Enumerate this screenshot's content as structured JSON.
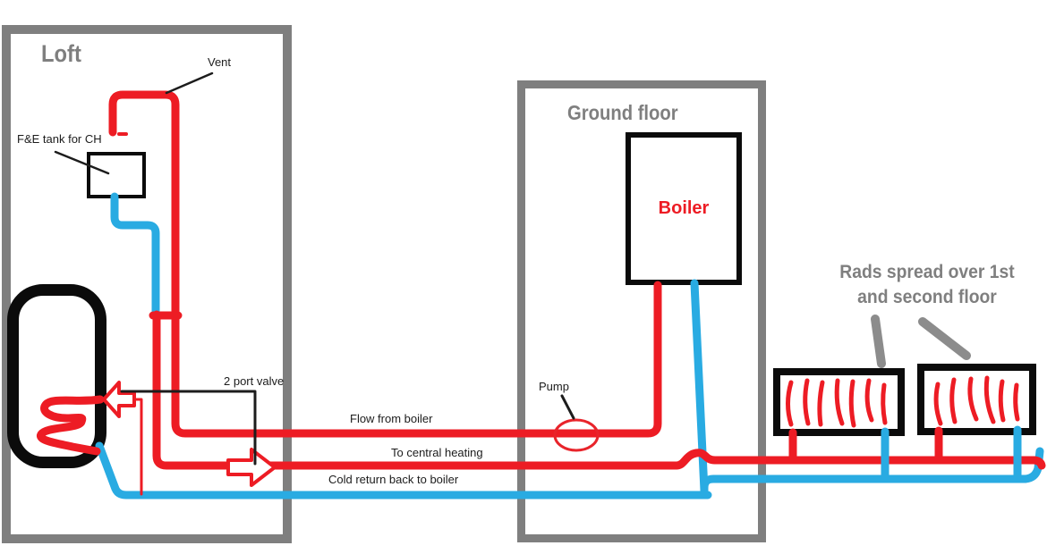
{
  "labels": {
    "loft": "Loft",
    "vent": "Vent",
    "fe_tank": "F&E tank for CH",
    "two_port_valve": "2 port valve",
    "flow_from_boiler": "Flow from boiler",
    "to_central_heating": "To central heating",
    "cold_return": "Cold return back to boiler",
    "ground_floor": "Ground floor",
    "boiler": "Boiler",
    "pump": "Pump",
    "rads_line1": "Rads spread over 1st",
    "rads_line2": "and second floor"
  },
  "colors": {
    "pipe_flow_red": "#ed1c24",
    "pipe_return_blue": "#29abe2",
    "frame_gray": "#7f7f7f",
    "heading_gray": "#7f7f7f",
    "annotation_black": "#1c1c1c",
    "boiler_text_red": "#ed1c24"
  }
}
